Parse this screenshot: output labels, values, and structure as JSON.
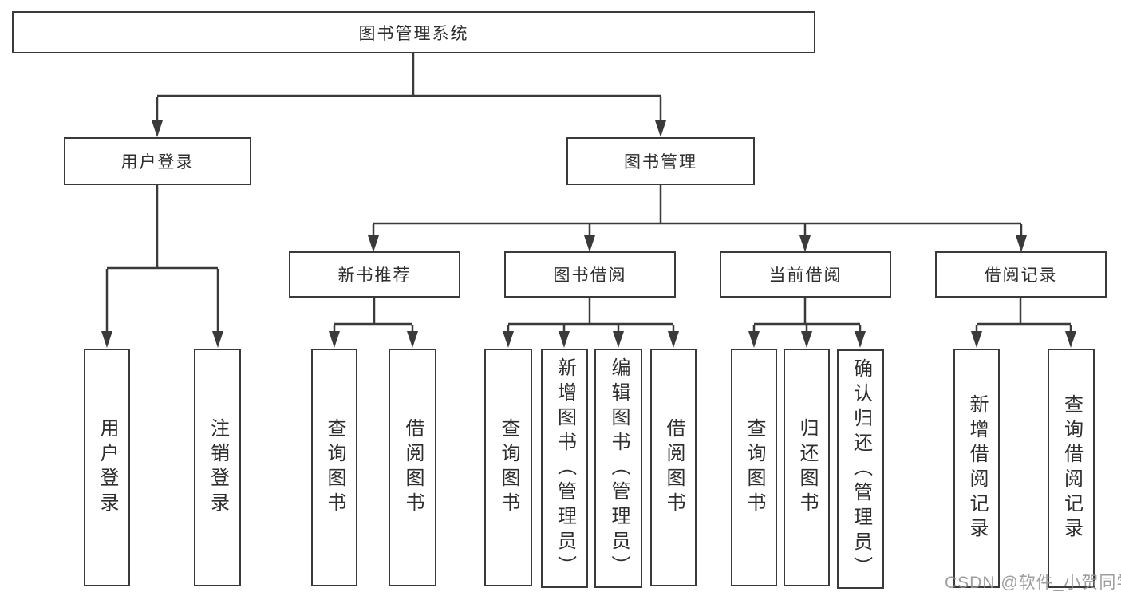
{
  "diagram": {
    "type": "functional-structure-tree",
    "tree": {
      "root": {
        "label": "图书管理系统"
      },
      "branches": [
        {
          "label": "用户登录",
          "children": [
            {
              "label": "用户登录"
            },
            {
              "label": "注销登录"
            }
          ]
        },
        {
          "label": "图书管理",
          "children": [
            {
              "label": "新书推荐",
              "children": [
                {
                  "label": "查询图书"
                },
                {
                  "label": "借阅图书"
                }
              ]
            },
            {
              "label": "图书借阅",
              "children": [
                {
                  "label": "查询图书"
                },
                {
                  "label": "新增图书（管理员）"
                },
                {
                  "label": "编辑图书（管理员）"
                },
                {
                  "label": "借阅图书"
                }
              ]
            },
            {
              "label": "当前借阅",
              "children": [
                {
                  "label": "查询图书"
                },
                {
                  "label": "归还图书"
                },
                {
                  "label": "确认归还（管理员）"
                }
              ]
            },
            {
              "label": "借阅记录",
              "children": [
                {
                  "label": "新增借阅记录"
                },
                {
                  "label": "查询借阅记录"
                }
              ]
            }
          ]
        }
      ]
    }
  },
  "watermark": {
    "text": "CSDN @软件_小贺同学"
  },
  "colors": {
    "background": "#ffffff",
    "box_border": "#3a3a3a",
    "connector_line": "#3a3a3a",
    "text": "#2e2e2e",
    "watermark": "#949494"
  }
}
